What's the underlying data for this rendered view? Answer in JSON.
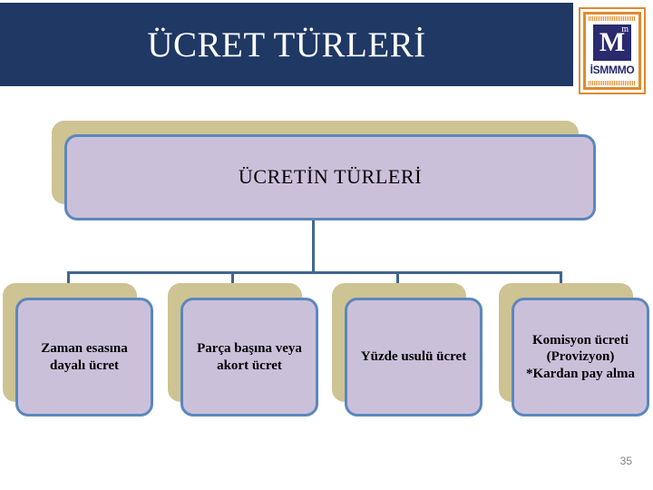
{
  "slide": {
    "header": {
      "title": "ÜCRET TÜRLERİ",
      "background_color": "#1F3864",
      "title_color": "#FFFFFF"
    },
    "logo": {
      "mark_letter": "M",
      "mark_superscript": "m",
      "name": "İSMMMO",
      "frame_color": "#E08A2E",
      "mark_bg_color": "#2A2A6E"
    },
    "page_number": "35"
  },
  "chart_data": {
    "type": "diagram",
    "diagram_type": "organization-hierarchy",
    "title": "ÜCRETİN TÜRLERİ",
    "root": {
      "id": "root",
      "label": "ÜCRETİN TÜRLERİ"
    },
    "children": [
      {
        "id": "node-1",
        "label": "Zaman esasına dayalı ücret"
      },
      {
        "id": "node-2",
        "label": "Parça başına veya akort ücret"
      },
      {
        "id": "node-3",
        "label": "Yüzde usulü ücret"
      },
      {
        "id": "node-4",
        "label": "Komisyon ücreti (Provizyon) *Kardan pay alma"
      }
    ],
    "style": {
      "box_fill": "#CBC0DA",
      "box_border": "#5B87BC",
      "box_shadow_fill": "#CEC393",
      "connector_color": "#3F6791",
      "label_color": "#000000"
    }
  }
}
